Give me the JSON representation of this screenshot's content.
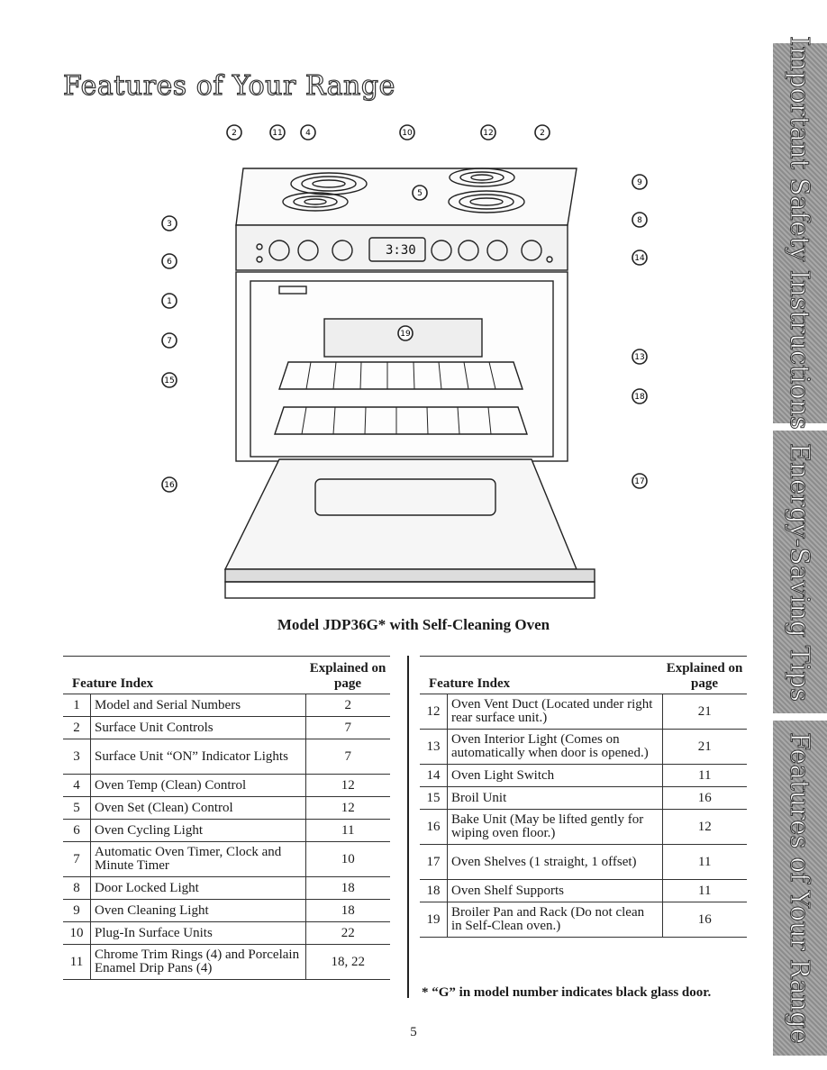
{
  "page_title": "Features of Your Range",
  "side_tabs": [
    "Important Safety Instructions",
    "Energy-Saving Tips",
    "Features of Your Range"
  ],
  "figure": {
    "caption": "Model JDP36G* with Self-Cleaning Oven",
    "clock_display": "3:30",
    "callouts": [
      "2",
      "11",
      "4",
      "10",
      "12",
      "2",
      "5",
      "9",
      "3",
      "8",
      "6",
      "14",
      "1",
      "7",
      "19",
      "13",
      "15",
      "18",
      "16",
      "17"
    ]
  },
  "table_left": {
    "header": {
      "feature": "Feature Index",
      "explained": "Explained on page"
    },
    "rows": [
      {
        "num": "1",
        "text": "Model and Serial Numbers",
        "page": "2"
      },
      {
        "num": "2",
        "text": "Surface Unit Controls",
        "page": "7"
      },
      {
        "num": "3",
        "text": "Surface Unit “ON” Indicator Lights",
        "page": "7"
      },
      {
        "num": "4",
        "text": "Oven Temp (Clean) Control",
        "page": "12"
      },
      {
        "num": "5",
        "text": "Oven Set (Clean) Control",
        "page": "12"
      },
      {
        "num": "6",
        "text": "Oven Cycling Light",
        "page": "11"
      },
      {
        "num": "7",
        "text": "Automatic Oven Timer, Clock and Minute Timer",
        "page": "10"
      },
      {
        "num": "8",
        "text": "Door Locked Light",
        "page": "18"
      },
      {
        "num": "9",
        "text": "Oven Cleaning Light",
        "page": "18"
      },
      {
        "num": "10",
        "text": "Plug-In Surface Units",
        "page": "22"
      },
      {
        "num": "11",
        "text": "Chrome Trim Rings (4) and Porcelain Enamel Drip Pans (4)",
        "page": "18, 22"
      }
    ]
  },
  "table_right": {
    "header": {
      "feature": "Feature Index",
      "explained": "Explained on page"
    },
    "rows": [
      {
        "num": "12",
        "text": "Oven Vent Duct (Located under right rear surface unit.)",
        "page": "21"
      },
      {
        "num": "13",
        "text": "Oven Interior Light (Comes on automatically when door is opened.)",
        "page": "21"
      },
      {
        "num": "14",
        "text": "Oven Light Switch",
        "page": "11"
      },
      {
        "num": "15",
        "text": "Broil Unit",
        "page": "16"
      },
      {
        "num": "16",
        "text": "Bake Unit (May be lifted gently for wiping oven floor.)",
        "page": "12"
      },
      {
        "num": "17",
        "text": "Oven Shelves (1 straight, 1 offset)",
        "page": "11"
      },
      {
        "num": "18",
        "text": "Oven Shelf Supports",
        "page": "11"
      },
      {
        "num": "19",
        "text": "Broiler Pan and Rack (Do not clean in Self-Clean oven.)",
        "page": "16"
      }
    ]
  },
  "footnote": "* “G” in model number indicates black glass door.",
  "page_number": "5"
}
